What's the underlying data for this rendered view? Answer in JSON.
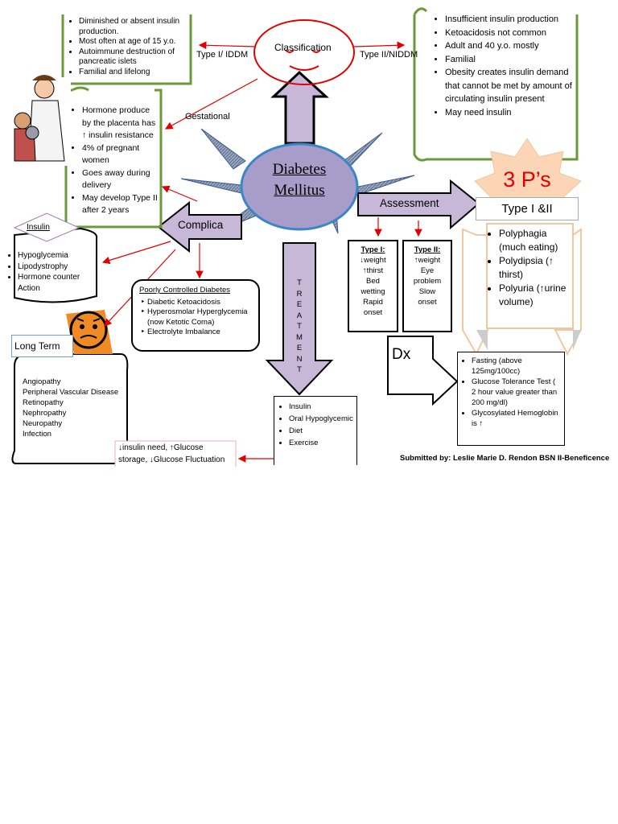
{
  "center": {
    "line1": "Diabetes",
    "line2": "Mellitus"
  },
  "classification": {
    "title": "Classification",
    "type1_label": "Type I/ IDDM",
    "type2_label": "Type II/NIDDM",
    "gestational_label": "Gestational"
  },
  "type1_box": {
    "items": [
      "Diminished or absent insulin production.",
      "Most often at age of 15 y.o.",
      "Autoimmune destruction of pancreatic islets",
      "Familial and lifelong"
    ]
  },
  "type2_box": {
    "items": [
      "Insufficient insulin production",
      "Ketoacidosis not common",
      "Adult and 40  y.o. mostly",
      "Familial",
      "Obesity creates insulin demand that cannot be met by amount of circulating insulin present",
      "May need insulin"
    ]
  },
  "gestational_box": {
    "items": [
      "Hormone produce by the placenta has ↑ insulin resistance",
      "4% of pregnant women",
      "Goes away during delivery",
      "May develop Type II after 2 years"
    ]
  },
  "complications": {
    "label": "Complica",
    "insulin_label": "Insulin",
    "insulin_items": [
      "Hypoglycemia",
      "Lipodystrophy",
      "Hormone counter Action"
    ],
    "poorly_title": "Poorly Controlled Diabetes",
    "poorly_items": [
      "Diabetic Ketoacidosis",
      "Hyperosmolar Hyperglycemia (now Ketotic Coma)",
      "Electrolyte Imbalance"
    ],
    "long_term_label": "Long Term",
    "long_term_items": [
      "Angiopathy",
      "Peripheral Vascular Disease",
      "Retinopathy",
      "Nephropathy",
      "Neuropathy",
      "Infection"
    ]
  },
  "assessment": {
    "label": "Assessment",
    "type1_title": "Type I:",
    "type1_lines": [
      "↓weight",
      "↑thirst",
      "Bed",
      "wetting",
      "Rapid",
      "onset"
    ],
    "type2_title": "Type II:",
    "type2_lines": [
      "↑weight",
      "Eye",
      "problem",
      "Slow",
      "onset"
    ]
  },
  "three_ps": {
    "title": "3 P’s",
    "subtitle": "Type I &II",
    "items": [
      "Polyphagia (much eating)",
      "Polydipsia (↑ thirst)",
      "Polyuria (↑urine volume)"
    ]
  },
  "dx": {
    "label": "Dx",
    "items": [
      "Fasting (above 125mg/100cc)",
      "Glucose Tolerance Test ( 2 hour value greater than 200 mg/dl)",
      "Glycosylated Hemoglobin is ↑"
    ]
  },
  "treatment": {
    "letters": [
      "T",
      "R",
      "E",
      "A",
      "T",
      "M",
      "E",
      "N",
      "T"
    ],
    "items": [
      "Insulin",
      "Oral Hypoglycemic",
      "Diet",
      "Exercise"
    ],
    "note": "↓insulin need, ↑Glucose storage, ↓Glucose Fluctuation"
  },
  "footer": {
    "submitted": "Submitted by: Leslie Marie D. Rendon BSN II-Beneficence"
  },
  "colors": {
    "arrow_fill": "#c8b8d8",
    "center_fill": "#a89cc8",
    "center_stroke": "#3a86c8",
    "green_border": "#6a9a3a",
    "red": "#e00000",
    "orange": "#f08a24"
  }
}
